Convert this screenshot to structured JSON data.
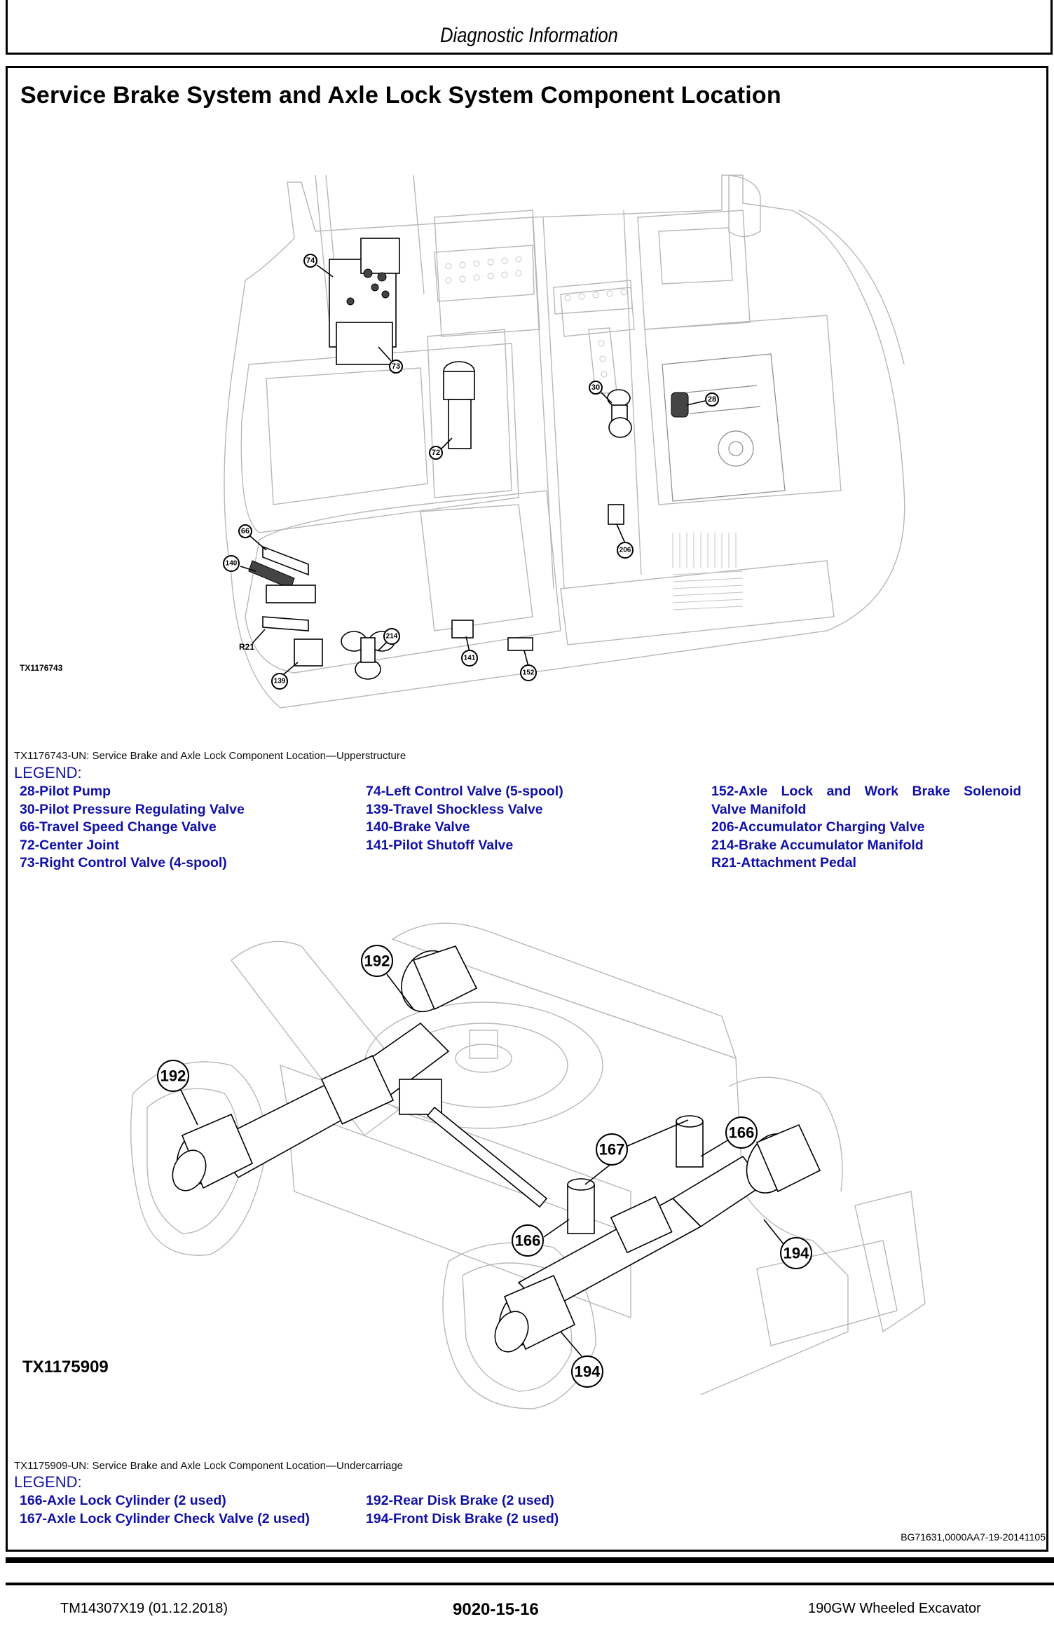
{
  "header": {
    "section_title": "Diagnostic Information"
  },
  "page_title": "Service Brake System and Axle Lock System Component Location",
  "figures": [
    {
      "id": "TX1176743",
      "caption": "TX1176743-UN: Service Brake and Axle Lock Component Location—Upperstructure",
      "callouts": [
        "74",
        "73",
        "72",
        "30",
        "28",
        "206",
        "66",
        "140",
        "R21",
        "139",
        "214",
        "141",
        "152"
      ],
      "legend_label": "LEGEND:",
      "legend_columns": [
        [
          "28-Pilot Pump",
          "30-Pilot Pressure Regulating Valve",
          "66-Travel Speed Change Valve",
          "72-Center Joint",
          "73-Right Control Valve (4-spool)"
        ],
        [
          "74-Left Control Valve (5-spool)",
          "139-Travel Shockless Valve",
          "140-Brake Valve",
          "141-Pilot Shutoff Valve"
        ],
        [
          "152-Axle Lock and Work Brake Solenoid",
          "Valve Manifold",
          "206-Accumulator Charging Valve",
          "214-Brake Accumulator Manifold",
          "R21-Attachment Pedal"
        ]
      ]
    },
    {
      "id": "TX1175909",
      "caption": "TX1175909-UN: Service Brake and Axle Lock Component Location—Undercarriage",
      "callouts": [
        "192",
        "192",
        "167",
        "166",
        "166",
        "194",
        "194"
      ],
      "legend_label": "LEGEND:",
      "legend_columns": [
        [
          "166-Axle Lock Cylinder (2 used)",
          "167-Axle Lock Cylinder Check Valve (2 used)"
        ],
        [
          "192-Rear Disk Brake (2 used)",
          "194-Front Disk Brake (2 used)"
        ]
      ]
    }
  ],
  "doc_reference": "BG71631,0000AA7-19-20141105",
  "footer": {
    "manual_id": "TM14307X19 (01.12.2018)",
    "page_number": "9020-15-16",
    "machine": "190GW Wheeled Excavator"
  },
  "colors": {
    "legend_text": "#1010a8",
    "border": "#000000",
    "drawing_ghost": "#b8b8b8"
  }
}
